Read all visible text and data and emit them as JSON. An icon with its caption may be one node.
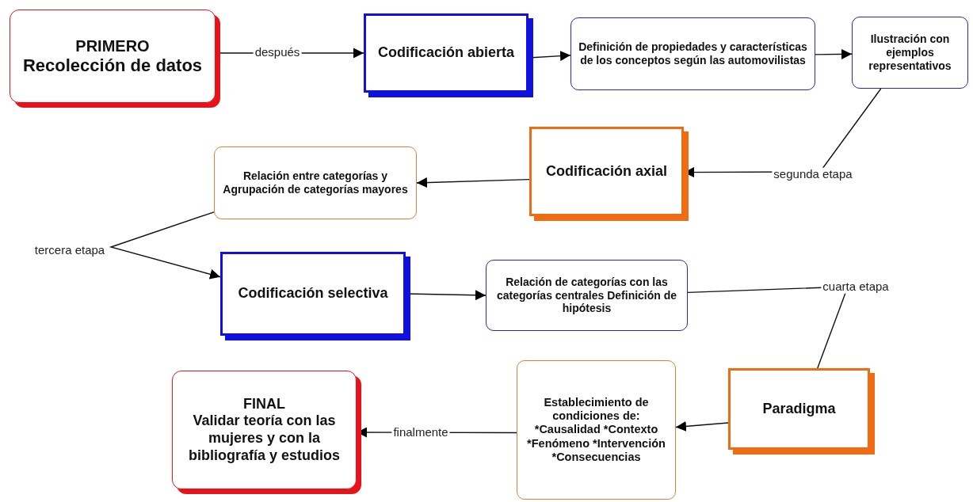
{
  "diagram": {
    "nodes": [
      {
        "text": [
          "PRIMERO",
          "Recolección de datos"
        ]
      },
      {
        "text": [
          "Codificación abierta"
        ]
      },
      {
        "text": [
          "Definición de propiedades y características de los conceptos según las automovilistas"
        ]
      },
      {
        "text": [
          "Ilustración con ejemplos representativos"
        ]
      },
      {
        "text": [
          "Codificación axial"
        ]
      },
      {
        "text": [
          "Relación entre categorías y Agrupación de categorías mayores"
        ]
      },
      {
        "text": [
          "Codificación selectiva"
        ]
      },
      {
        "text": [
          "Relación de categorías con las categorías centrales Definición de hipótesis"
        ]
      },
      {
        "text": [
          "Paradigma"
        ]
      },
      {
        "text": [
          "Establecimiento de condiciones de: *Causalidad *Contexto *Fenómeno *Intervención *Consecuencias"
        ]
      },
      {
        "text": [
          "FINAL",
          "Validar teoría con las mujeres y con la bibliografía y estudios"
        ]
      }
    ],
    "edges": [
      {
        "from": 0,
        "to": 1,
        "arrow": "to",
        "label": "después"
      },
      {
        "from": 1,
        "to": 2,
        "arrow": "to"
      },
      {
        "from": 2,
        "to": 3,
        "arrow": "to"
      },
      {
        "from": 3,
        "to": 4,
        "arrow": "to",
        "label": "segunda etapa"
      },
      {
        "from": 4,
        "to": 5,
        "arrow": "to"
      },
      {
        "from": 5,
        "to": 6,
        "arrow": "to",
        "label": "tercera etapa"
      },
      {
        "from": 6,
        "to": 7,
        "arrow": "to"
      },
      {
        "from": 7,
        "to": 8,
        "arrow": "none",
        "label": "cuarta etapa"
      },
      {
        "from": 8,
        "to": 9,
        "arrow": "to"
      },
      {
        "from": 9,
        "to": 10,
        "arrow": "to",
        "label": "finalmente"
      }
    ]
  }
}
